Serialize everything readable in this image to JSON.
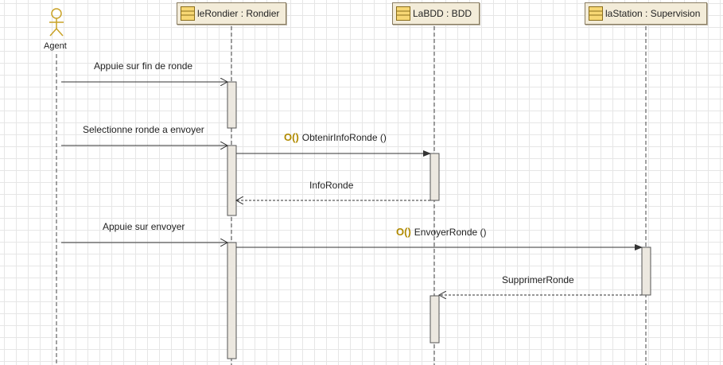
{
  "actor": {
    "name": "Agent"
  },
  "lifelines": [
    {
      "label": "leRondier : Rondier"
    },
    {
      "label": "LaBDD : BDD"
    },
    {
      "label": "laStation : Supervision"
    }
  ],
  "messages": [
    {
      "label": "Appuie sur fin de ronde"
    },
    {
      "label": "Selectionne ronde a envoyer"
    },
    {
      "icon": "O()",
      "label": "ObtenirInfoRonde ()"
    },
    {
      "label": "InfoRonde"
    },
    {
      "label": "Appuie sur envoyer"
    },
    {
      "icon": "O()",
      "label": "EnvoyerRonde ()"
    },
    {
      "label": "SupprimerRonde"
    }
  ],
  "colors": {
    "box_fill": "#f3ecd9",
    "box_border": "#8a7d62",
    "actor": "#c9a227",
    "operation_icon": "#b08a00"
  }
}
